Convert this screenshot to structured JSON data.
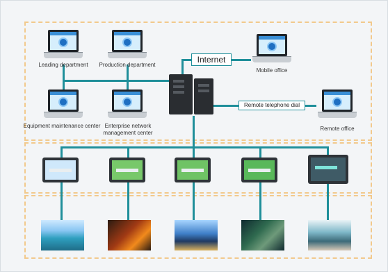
{
  "labels": {
    "internet": "Internet",
    "remote_telephone_dial": "Remote telephone dial",
    "leading_department": "Leading department",
    "production_department": "Production department",
    "mobile_office": "Mobile office",
    "equipment_maintenance_center": "Equipment maintenance center",
    "enterprise_network_management_center": "Enterprise network management center",
    "remote_office": "Remote office"
  },
  "colors": {
    "link_line": "#1f8f9a",
    "dashed_zone": "#f2c98c",
    "background": "#f3f5f7"
  },
  "icons": {
    "laptop": "laptop-icon",
    "server": "server-tower-icon",
    "hmi_panel": "hmi-panel-icon",
    "site_photo": "industrial-site-photo"
  }
}
